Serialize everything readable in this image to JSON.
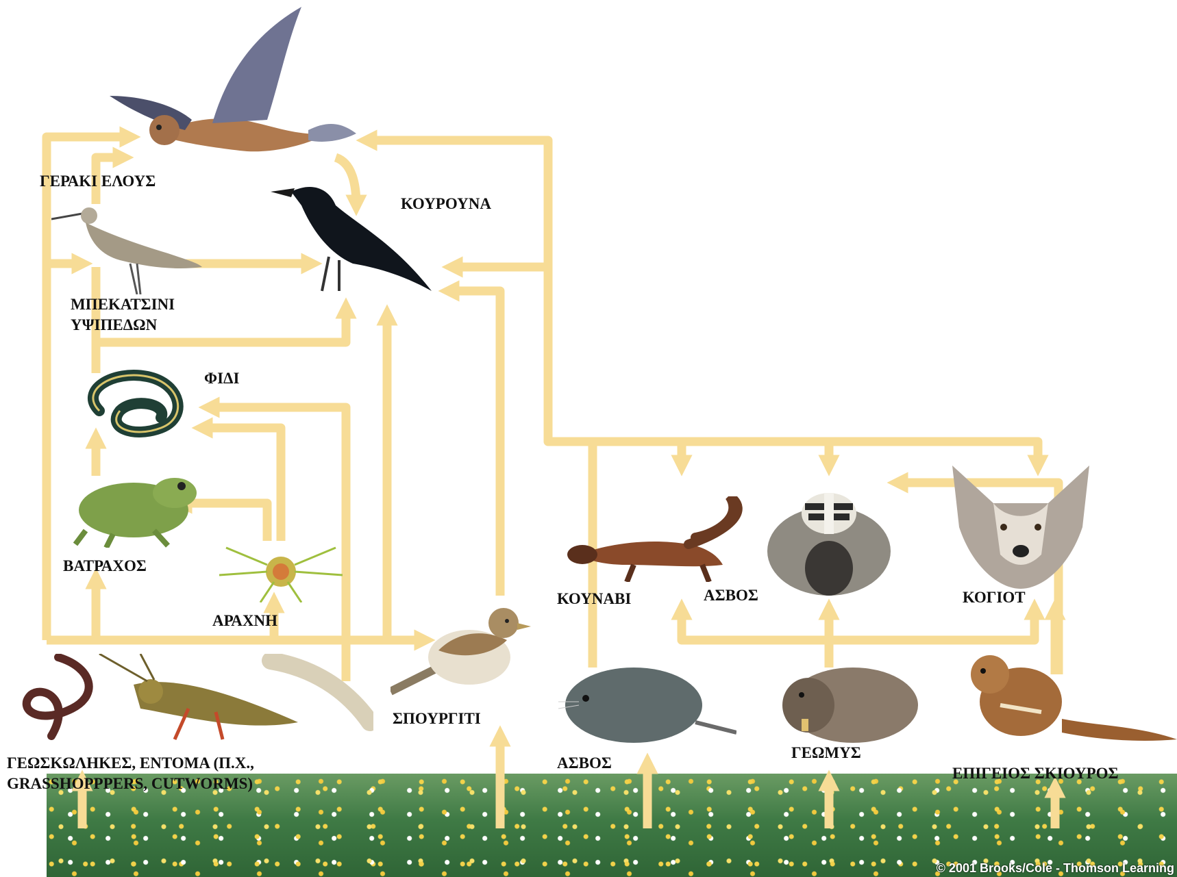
{
  "labels": {
    "harrier": "ΓΕΡΑΚΙ ΕΛΟΥΣ",
    "crow": "ΚΟΥΡΟΥΝΑ",
    "sandpiper_line1": "ΜΠΕΚΑΤΣΙΝΙ",
    "sandpiper_line2": "ΥΨΙΠΕΔΩΝ",
    "snake": "ΦΙΔΙ",
    "frog": "ΒΑΤΡΑΧΟΣ",
    "spider": "ΑΡΑΧΝΗ",
    "insects_line1": "ΓΕΩΣΚΩΛΗΚΕΣ, ΕΝΤΟΜΑ (Π.Χ.,",
    "insects_line2": "GRASSHOPPPERS, CUTWORMS)",
    "sparrow": "ΣΠΟΥΡΓΙΤΙ",
    "weasel": "ΚΟΥΝΑΒΙ",
    "badger": "ΑΣΒΟΣ",
    "coyote": "ΚΟΓΙΟΤ",
    "vole": "ΑΣΒΟΣ",
    "gopher": "ΓΕΩΜΥΣ",
    "squirrel": "ΕΠΙΓΕΙΟΣ ΣΚΙΟΥΡΟΣ"
  },
  "credit": "© 2001 Brooks/Cole - Thomson Learning",
  "colors": {
    "arrow": "#f7dc96",
    "grass": "#3f7a45"
  }
}
